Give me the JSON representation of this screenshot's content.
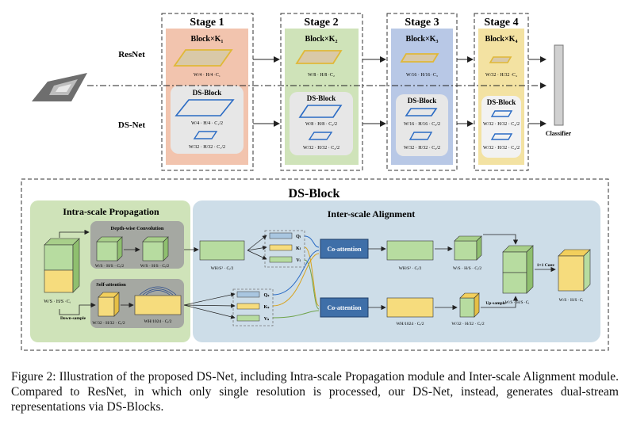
{
  "top": {
    "stages": [
      {
        "title": "Stage 1",
        "block_label": "Block×K₁",
        "res_formula": "W/4 · H/4 ·C₁",
        "ds_hi": "W/4 · H/4 · C₁/2",
        "ds_lo": "W/32 · H/32 · C₁/2"
      },
      {
        "title": "Stage 2",
        "block_label": "Block×K₂",
        "res_formula": "W/8 · H/8 ·C₂",
        "ds_hi": "W/8 · H/8 · C₂/2",
        "ds_lo": "W/32 · H/32 · C₂/2"
      },
      {
        "title": "Stage 3",
        "block_label": "Block×K₃",
        "res_formula": "W/16 · H/16 ·C₃",
        "ds_hi": "W/16 · H/16 · C₃/2",
        "ds_lo": "W/32 · H/32 · C₃/2"
      },
      {
        "title": "Stage 4",
        "block_label": "Block×K₄",
        "res_formula": "W/32 · H/32 ·C₄",
        "ds_hi": "W/32 · H/32 · C₄/2",
        "ds_lo": "W/32 · H/32 · C₄/2"
      }
    ],
    "resnet_label": "ResNet",
    "dsnet_label": "DS-Net",
    "ds_block_label": "DS-Block",
    "classifier_label": "Classifier"
  },
  "dsblock": {
    "title": "DS-Block",
    "intra_title": "Intra-scale Propagation",
    "inter_title": "Inter-scale Alignment",
    "depthwise_label": "Depth-wise Convolution",
    "selfattn_label": "Self-attention",
    "downsample_label": "Down-sample",
    "upsample_label": "Up-sample",
    "coattn_label": "Co-attention",
    "conv_label": "1×1 Conv",
    "q_hi": "Qₗ",
    "k_hi": "Kₗ",
    "v_hi": "Vₗ",
    "q_lo": "Qₛ",
    "k_lo": "Kₛ",
    "v_lo": "Vₛ",
    "f_in": "W/S · H/S ·Cᵢ",
    "f_dw1": "W/S · H/S · Cᵢ/2",
    "f_dw2": "W/S · H/S · Cᵢ/2",
    "f_lo": "W/32 · H/32 · Cᵢ/2",
    "f_tok": "WH/1024 · Cᵢ/2",
    "f_seq_hi": "WH/S² · Cᵢ/2",
    "f_co_hi": "WH/S² · Cᵢ/2",
    "f_co_hi2": "W/S · H/S · Cᵢ/2",
    "f_co_lo": "WH/1024 · Cᵢ/2",
    "f_co_lo2": "W/32 · H/32 · Cᵢ/2",
    "f_cat": "W/S · H/S ·Cᵢ",
    "f_out": "W/S · H/S ·Cᵢ"
  },
  "caption": "Figure 2: Illustration of the proposed DS-Net, including Intra-scale Propagation module and Inter-scale Alignment module. Compared to ResNet, in which only single resolution is processed, our DS-Net, instead, generates dual-stream representations via DS-Blocks."
}
